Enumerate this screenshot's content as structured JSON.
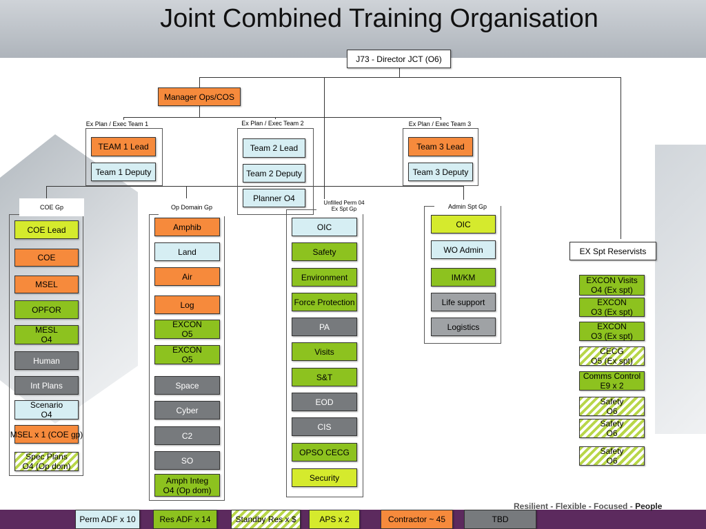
{
  "title": "Joint Combined Training Organisation",
  "director": "J73 -  Director JCT (O6)",
  "manager": "Manager Ops/COS",
  "team1": {
    "label": "Ex Plan / Exec Team 1",
    "lead": "TEAM 1 Lead",
    "deputy": "Team 1 Deputy"
  },
  "team2": {
    "label": "Ex Plan / Exec Team 2",
    "lead": "Team 2 Lead",
    "deputy": "Team 2 Deputy",
    "planner": "Planner O4"
  },
  "team3": {
    "label": "Ex Plan / Exec Team 3",
    "lead": "Team 3 Lead",
    "deputy": "Team 3 Deputy"
  },
  "coe": {
    "label": "COE Gp",
    "items": [
      "COE Lead",
      "COE",
      "MSEL",
      "OPFOR",
      "MESL\nO4",
      "Human",
      "Int Plans",
      "Scenario\nO4",
      "MSEL x 1 (COE gp)",
      "Spec Plans\nO4 (Op dom)"
    ]
  },
  "opdom": {
    "label": "Op Domain Gp",
    "items": [
      "Amphib",
      "Land",
      "Air",
      "Log",
      "EXCON\nO5",
      "EXCON\nO5",
      "Space",
      "Cyber",
      "C2",
      "SO",
      "Amph Integ\nO4 (Op dom)"
    ]
  },
  "exspt": {
    "label1": "Unfilled Perm 04",
    "label2": "Ex Spt Gp",
    "items": [
      "OIC",
      "Safety",
      "Environment",
      "Force Protection",
      "PA",
      "Visits",
      "S&T",
      "EOD",
      "CIS",
      "OPSO CECG",
      "Security"
    ]
  },
  "admin": {
    "label": "Admin Spt Gp",
    "items": [
      "OIC",
      "WO Admin",
      "IM/KM",
      "Life support",
      "Logistics"
    ]
  },
  "reservists": {
    "header": "EX Spt Reservists",
    "items": [
      "EXCON Visits\nO4 (Ex spt)",
      "EXCON\nO3 (Ex spt)",
      "EXCON\nO3 (Ex spt)",
      "CECG\nO5 (Ex spt)",
      "Comms Control\nE9 x 2",
      "Safety\nO6",
      "Safety\nO6",
      "Safety\nO6"
    ]
  },
  "legend": [
    "Perm ADF x 10",
    "Res ADF x 14",
    "Standby Res x $",
    "APS x 2",
    "Contractor ~ 45",
    "TBD"
  ],
  "tagline": {
    "a": "Resilient",
    "b": "Flexible",
    "c": "Focused",
    "d": "People",
    "sep": " - "
  },
  "colors": {
    "orange": "#f68a3c",
    "lime": "#d5ea2d",
    "green": "#8dc21f",
    "blue": "#d6eef3",
    "grey": "#777a7d",
    "hatch": "#b8d648",
    "brand": "#5c2a5e"
  }
}
